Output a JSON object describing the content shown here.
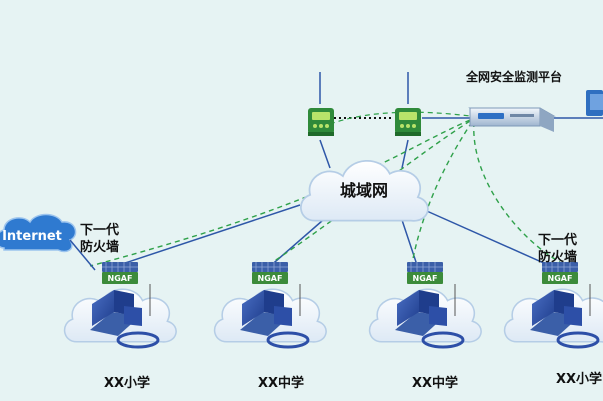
{
  "colors": {
    "background": "#e6f3f3",
    "link_solid": "#2e57a8",
    "link_dashed": "#2fa14a",
    "cloud_fill": "#ffffff",
    "cloud_edge": "#b5cde6",
    "firewall_body": "#2f8a3a",
    "firewall_face": "#b8e36a",
    "ngaf_badge": "#3c8b3a",
    "building": "#2d4fa7",
    "internet_cloud": "#2f7ad0"
  },
  "icons": [
    "cloud-icon",
    "firewall-icon",
    "server-icon",
    "building-icon",
    "ngaf-icon",
    "internet-cloud-icon"
  ],
  "labels": {
    "core_network": "城域网",
    "internet": "Internet",
    "monitor_platform": "全网安全监测平台",
    "ngfw_left": [
      "下一代",
      "防火墙"
    ],
    "ngfw_right": [
      "下一代",
      "防火墙"
    ],
    "ngaf_badge": "NGAF"
  },
  "schools": [
    {
      "name": "XX小学"
    },
    {
      "name": "XX中学"
    },
    {
      "name": "XX中学"
    },
    {
      "name": "XX小学"
    }
  ]
}
